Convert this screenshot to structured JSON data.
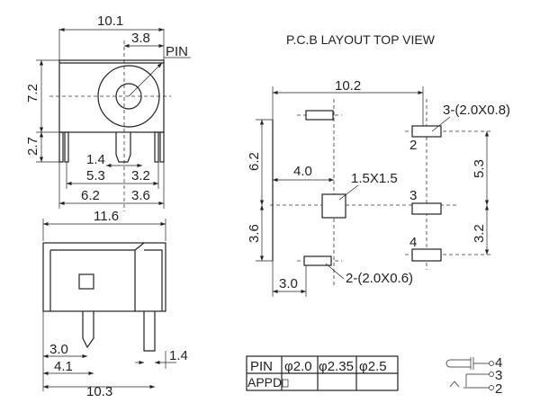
{
  "front_view": {
    "d_width": "10.1",
    "d_pin_offset": "3.8",
    "pin_label": "PIN",
    "d_height": "7.2",
    "d_pin_height": "2.7",
    "d_pin_w": "1.4",
    "d_53": "5.3",
    "d_32": "3.2",
    "d_62": "6.2",
    "d_36": "3.6"
  },
  "side_view": {
    "d_length": "11.6",
    "d_30": "3.0",
    "d_41": "4.1",
    "d_103": "10.3",
    "d_14": "1.4"
  },
  "pcb": {
    "title": "P.C.B LAYOUT   TOP VIEW",
    "d_102": "10.2",
    "d_pad3": "3-(2.0X0.8)",
    "d_62": "6.2",
    "d_40": "4.0",
    "d_sq": "1.5X1.5",
    "d_53": "5.3",
    "d_36": "3.6",
    "d_32": "3.2",
    "d_30": "3.0",
    "d_pad2": "2-(2.0X0.6)",
    "pin2": "2",
    "pin3": "3",
    "pin4": "4"
  },
  "table": {
    "headers": [
      "PIN",
      "φ2.0",
      "φ2.35",
      "φ2.5"
    ],
    "row": [
      "APPD",
      "",
      "",
      ""
    ]
  },
  "schematic": {
    "pin4": "4",
    "pin3": "3",
    "pin2": "2"
  }
}
